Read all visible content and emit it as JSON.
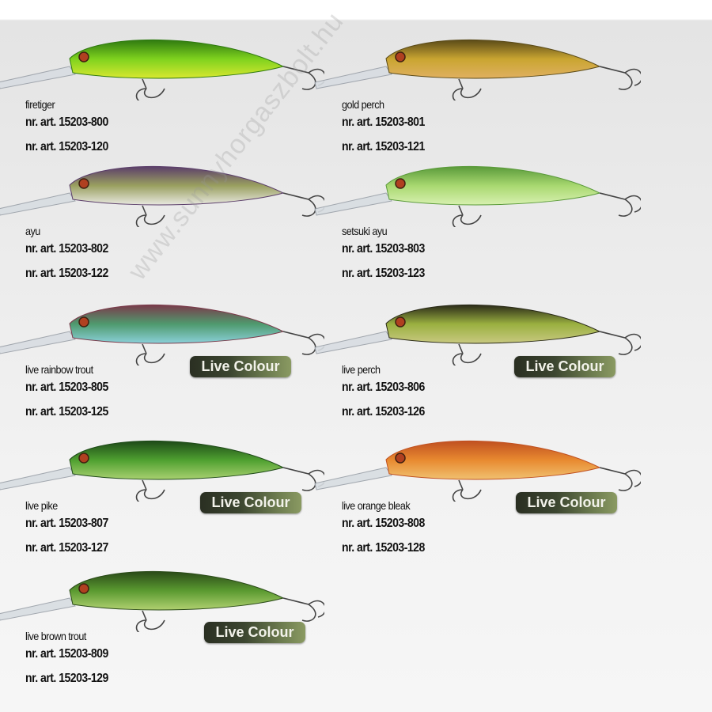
{
  "watermark": "www.sunnyhorgaszbolt.hu",
  "badge_label": "Live Colour",
  "lures": [
    {
      "name": "firetiger",
      "arts": [
        "nr. art.  15203-800",
        "nr. art.  15203-120"
      ],
      "live": false,
      "colors": [
        "#7fd21e",
        "#2f7a10",
        "#d8e830"
      ]
    },
    {
      "name": "gold perch",
      "arts": [
        "nr. art.  15203-801",
        "nr. art.  15203-121"
      ],
      "live": false,
      "colors": [
        "#c9a531",
        "#5a4a18",
        "#e0b060"
      ]
    },
    {
      "name": "ayu",
      "arts": [
        "nr. art.  15203-802",
        "nr. art.  15203-122"
      ],
      "live": false,
      "colors": [
        "#9aa060",
        "#5b3e6a",
        "#e8e8e0"
      ]
    },
    {
      "name": "setsuki ayu",
      "arts": [
        "nr. art.  15203-803",
        "nr. art.  15203-123"
      ],
      "live": false,
      "colors": [
        "#a8d870",
        "#5a9a3a",
        "#d8f0b0"
      ]
    },
    {
      "name": "live rainbow trout",
      "arts": [
        "nr. art.  15203-805",
        "nr. art.  15203-125"
      ],
      "live": true,
      "colors": [
        "#4f9a6e",
        "#7a3a4a",
        "#8ad0d8"
      ]
    },
    {
      "name": "live perch",
      "arts": [
        "nr. art.  15203-806",
        "nr. art.  15203-126"
      ],
      "live": true,
      "colors": [
        "#9ab040",
        "#2a2a18",
        "#c8c880"
      ]
    },
    {
      "name": "live pike",
      "arts": [
        "nr. art.  15203-807",
        "nr. art.  15203-127"
      ],
      "live": true,
      "colors": [
        "#4fa030",
        "#1e4a18",
        "#a8d070"
      ]
    },
    {
      "name": "live orange bleak",
      "arts": [
        "nr. art.  15203-808",
        "nr. art.  15203-128"
      ],
      "live": true,
      "colors": [
        "#e88a30",
        "#c05020",
        "#f0c070"
      ]
    },
    {
      "name": "live brown trout",
      "arts": [
        "nr. art.  15203-809",
        "nr. art.  15203-129"
      ],
      "live": true,
      "colors": [
        "#5a9a30",
        "#2a4a18",
        "#b0d070"
      ]
    }
  ]
}
